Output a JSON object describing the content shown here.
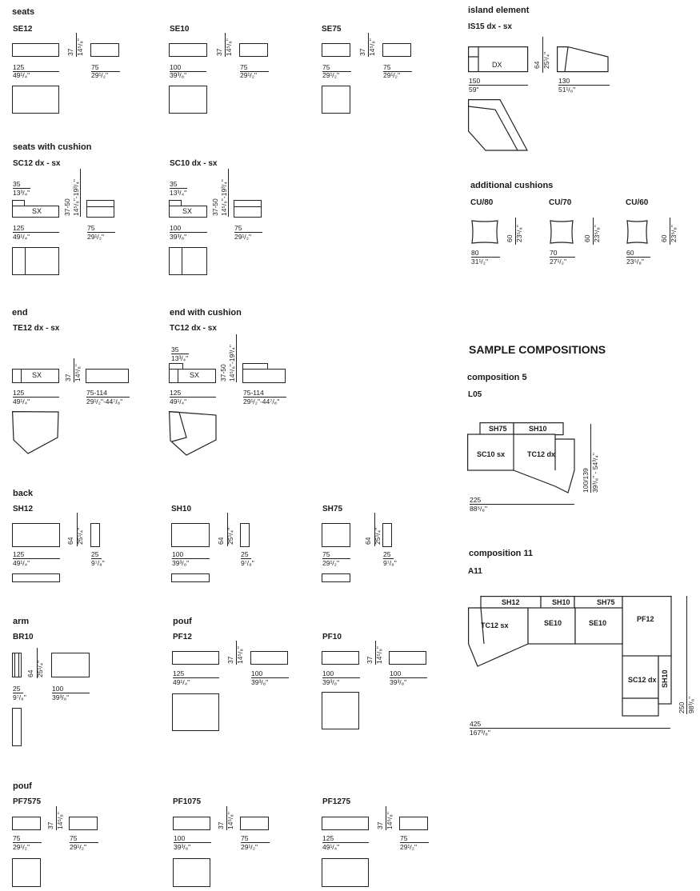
{
  "sections": {
    "seats": "seats",
    "seats_cushion": "seats with cushion",
    "end": "end",
    "end_cushion": "end with cushion",
    "back": "back",
    "arm": "arm",
    "pouf": "pouf",
    "pouf2": "pouf",
    "island": "island element",
    "cushions": "additional cushions",
    "samples": "SAMPLE COMPOSITIONS",
    "comp5": "composition 5",
    "comp11": "composition 11"
  },
  "codes": {
    "se12": "SE12",
    "se10": "SE10",
    "se75": "SE75",
    "sc12": "SC12  dx - sx",
    "sc10": "SC10  dx - sx",
    "te12": "TE12  dx - sx",
    "tc12": "TC12  dx - sx",
    "sh12": "SH12",
    "sh10": "SH10",
    "sh75": "SH75",
    "br10": "BR10",
    "pf12": "PF12",
    "pf10": "PF10",
    "pf7575": "PF7575",
    "pf1075": "PF1075",
    "pf1275": "PF1275",
    "is15": "IS15  dx - sx",
    "cu80": "CU/80",
    "cu70": "CU/70",
    "cu60": "CU/60",
    "l05": "L05",
    "a11": "A11"
  },
  "dims": {
    "d125": "125",
    "i125": "49¹/₄\"",
    "d100": "100",
    "i100": "39³/₈\"",
    "d75": "75",
    "i75": "29¹/₂\"",
    "d37": "37",
    "i37": "14⁵/₈\"",
    "d35": "35",
    "i35": "13³/₄\"",
    "d3750": "37-50",
    "i3750": "14⁵/₈\"-19³/₄\"",
    "d75114": "75-114",
    "i75114": "29¹/₂\"-44⁷/₈\"",
    "d64": "64",
    "i64": "25¹/₄\"",
    "d25": "25",
    "i25": "9⁷/₈\"",
    "d150": "150",
    "i150": "59\"",
    "d130": "130",
    "i130": "51¹/₈\"",
    "d80": "80",
    "i80": "31¹/₂\"",
    "d70": "70",
    "i70": "27¹/₂\"",
    "d60": "60",
    "i60": "23⁵/₈\"",
    "d225": "225",
    "i225": "88⁵/₈\"",
    "d100139": "100/139",
    "i100139": "39³/₈\" - 54³/₄\"",
    "d425": "425",
    "i425": "167³/₈\"",
    "d250": "250",
    "i250": "98³/₈\""
  },
  "labels": {
    "sx": "SX",
    "dx": "DX",
    "sh75": "SH75",
    "sh10": "SH10",
    "sh12": "SH12",
    "sc10sx": "SC10 sx",
    "tc12dx": "TC12 dx",
    "tc12sx": "TC12 sx",
    "se10": "SE10",
    "pf12": "PF12",
    "sc12dx": "SC12 dx"
  }
}
